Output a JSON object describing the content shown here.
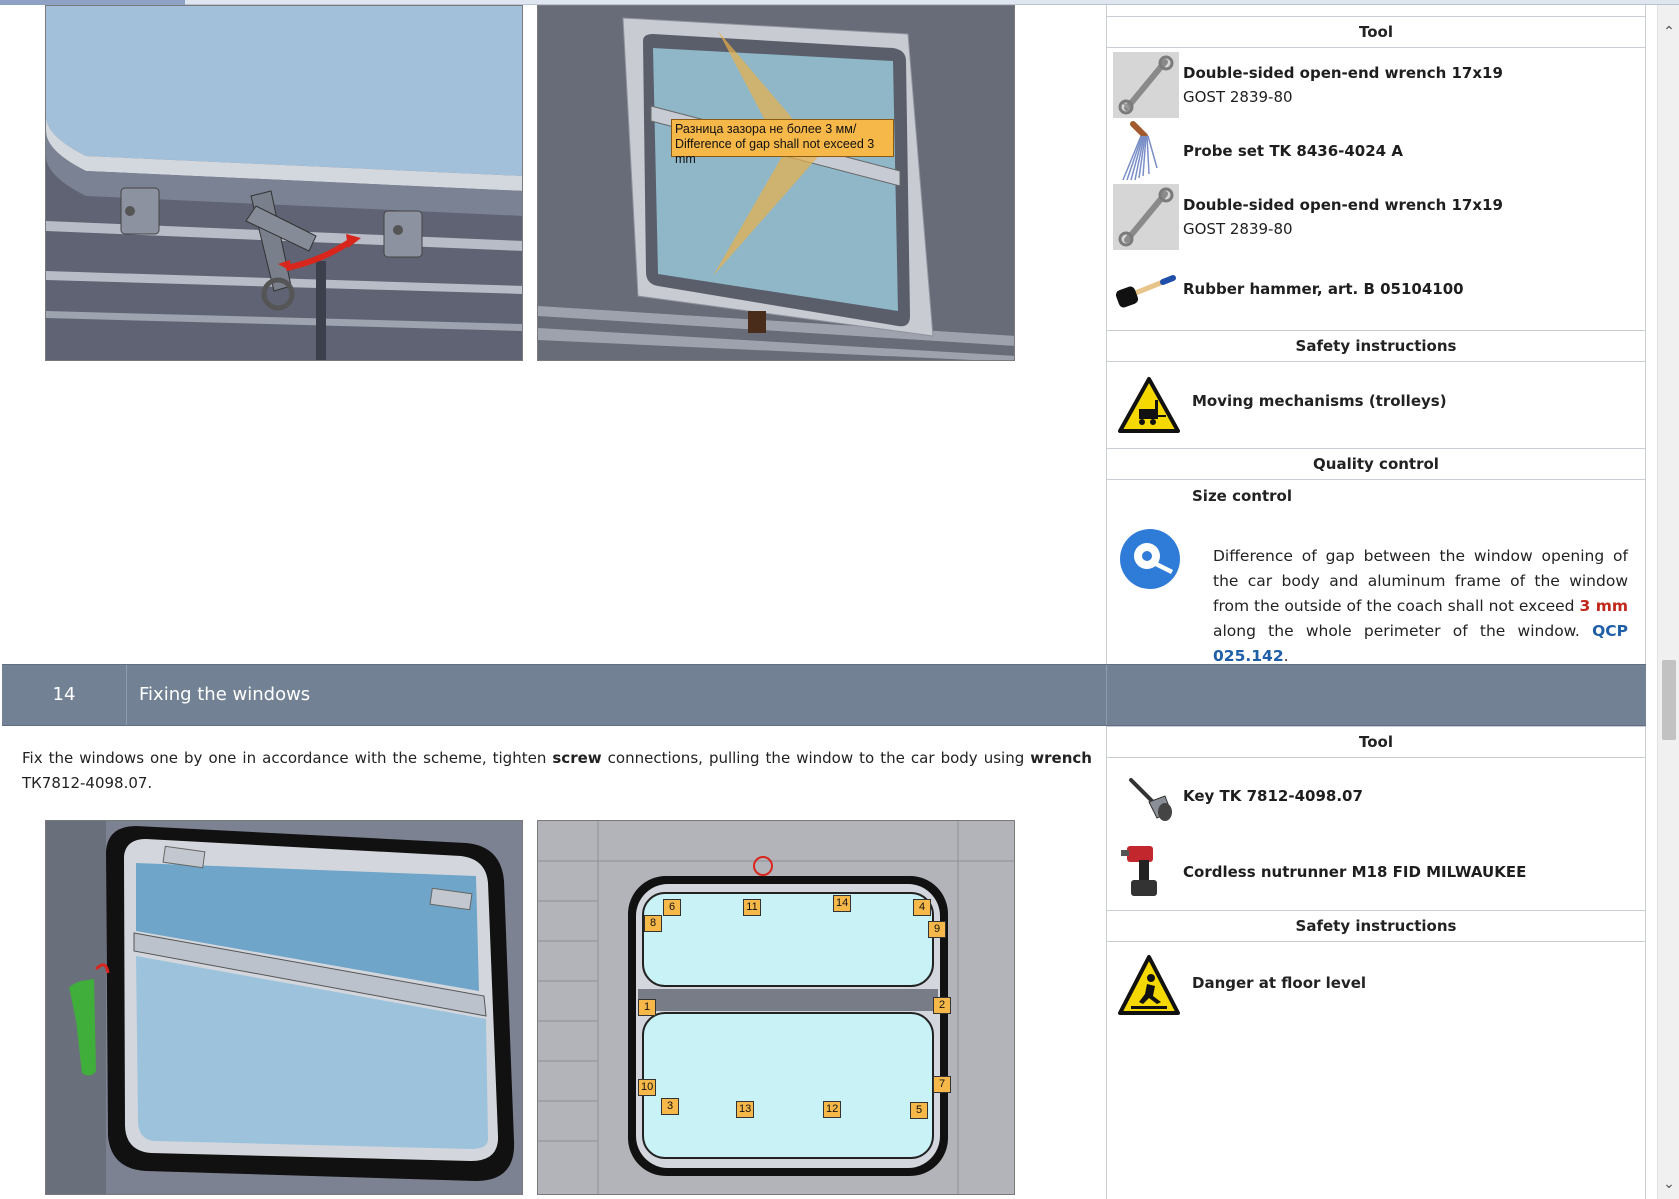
{
  "progress": {
    "fraction": 0.11
  },
  "upper_section": {
    "tools_header": "Tool",
    "tools": [
      {
        "name": "Double-sided open-end wrench 17x19",
        "sub": "GOST 2839-80",
        "icon": "wrench-icon"
      },
      {
        "name": "Probe set TK 8436-4024 A",
        "icon": "feeler-gauge-icon"
      },
      {
        "name": "Double-sided open-end wrench 17x19",
        "sub": "GOST 2839-80",
        "icon": "wrench-icon"
      },
      {
        "name": "Rubber hammer, art. B 05104100",
        "icon": "hammer-icon"
      }
    ],
    "safety_header": "Safety instructions",
    "safety_item": "Moving mechanisms (trolleys)",
    "quality_header": "Quality control",
    "quality_sub": "Size control",
    "quality_text": {
      "part1": "Difference of gap between the window opening of the car body and aluminum frame of the window from the outside of the coach shall not exceed ",
      "highlight": "3 mm",
      "part2": " along the whole perimeter of the window. ",
      "link": "QCP 025.142",
      "end": "."
    },
    "callout_ru": "Разница зазора не более 3 мм/",
    "callout_en": "Difference of gap shall not exceed 3 mm"
  },
  "step": {
    "number": "14",
    "title": "Fixing the windows",
    "description": {
      "t1": "Fix the windows one by one in accordance with the scheme, tighten ",
      "b1": "screw",
      "t2": " connections, pulling the window to the car body using ",
      "b2": "wrench",
      "t3": " ТК7812-4098.07."
    },
    "tools_header": "Tool",
    "tools": [
      {
        "name": "Key TK 7812-4098.07",
        "icon": "socket-key-icon"
      },
      {
        "name": "Cordless nutrunner M18 FID MILWAUKEE",
        "icon": "nutrunner-icon"
      }
    ],
    "safety_header": "Safety instructions",
    "safety_item": "Danger at floor level",
    "scheme_numbers": [
      "6",
      "11",
      "14",
      "4",
      "8",
      "9",
      "1",
      "2",
      "10",
      "7",
      "3",
      "13",
      "12",
      "5"
    ]
  },
  "colors": {
    "step_bar": "#728294",
    "accent_red": "#c0281c",
    "link_blue": "#1f5fa8",
    "callout": "#f7b84a"
  }
}
